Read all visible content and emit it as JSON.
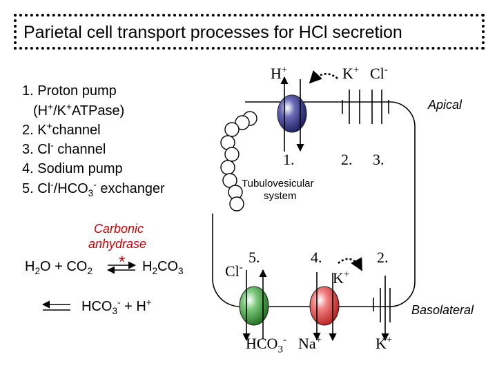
{
  "title": "Parietal cell transport processes for HCl secretion",
  "legend": [
    {
      "num": "1.",
      "text": "Proton pump"
    },
    {
      "text": "(H+/K+ATPase)"
    },
    {
      "num": "2.",
      "text": "K+channel"
    },
    {
      "num": "3.",
      "text": "Cl- channel"
    },
    {
      "num": "4.",
      "text": "Sodium pump"
    },
    {
      "num": "5.",
      "text": "Cl-/HCO3- exchanger"
    }
  ],
  "reaction": {
    "enzyme_line1": "Carbonic",
    "enzyme_line2": "anhydrase",
    "asterisk": "*",
    "left": "H2O + CO2",
    "right": "H2CO3",
    "products": "HCO3- + H+"
  },
  "cell": {
    "apical_label": "Apical",
    "basolateral_label": "Basolateral",
    "tubulovesicular_line1": "Tubulovesicular",
    "tubulovesicular_line2": "system",
    "apical_ions": {
      "h": "H+",
      "k": "K+",
      "cl": "Cl-"
    },
    "apical_numbers": [
      "1.",
      "2.",
      "3."
    ],
    "basolateral_numbers": [
      "5.",
      "4.",
      "2."
    ],
    "basolateral_ions": {
      "cl": "Cl-",
      "k_in": "K+",
      "hco3": "HCO3-",
      "na": "Na+",
      "k_out": "K+"
    }
  },
  "colors": {
    "proton_pump": "#2b2b7a",
    "exchanger": "#2d8a2d",
    "sodium_pump": "#d63a3a"
  }
}
